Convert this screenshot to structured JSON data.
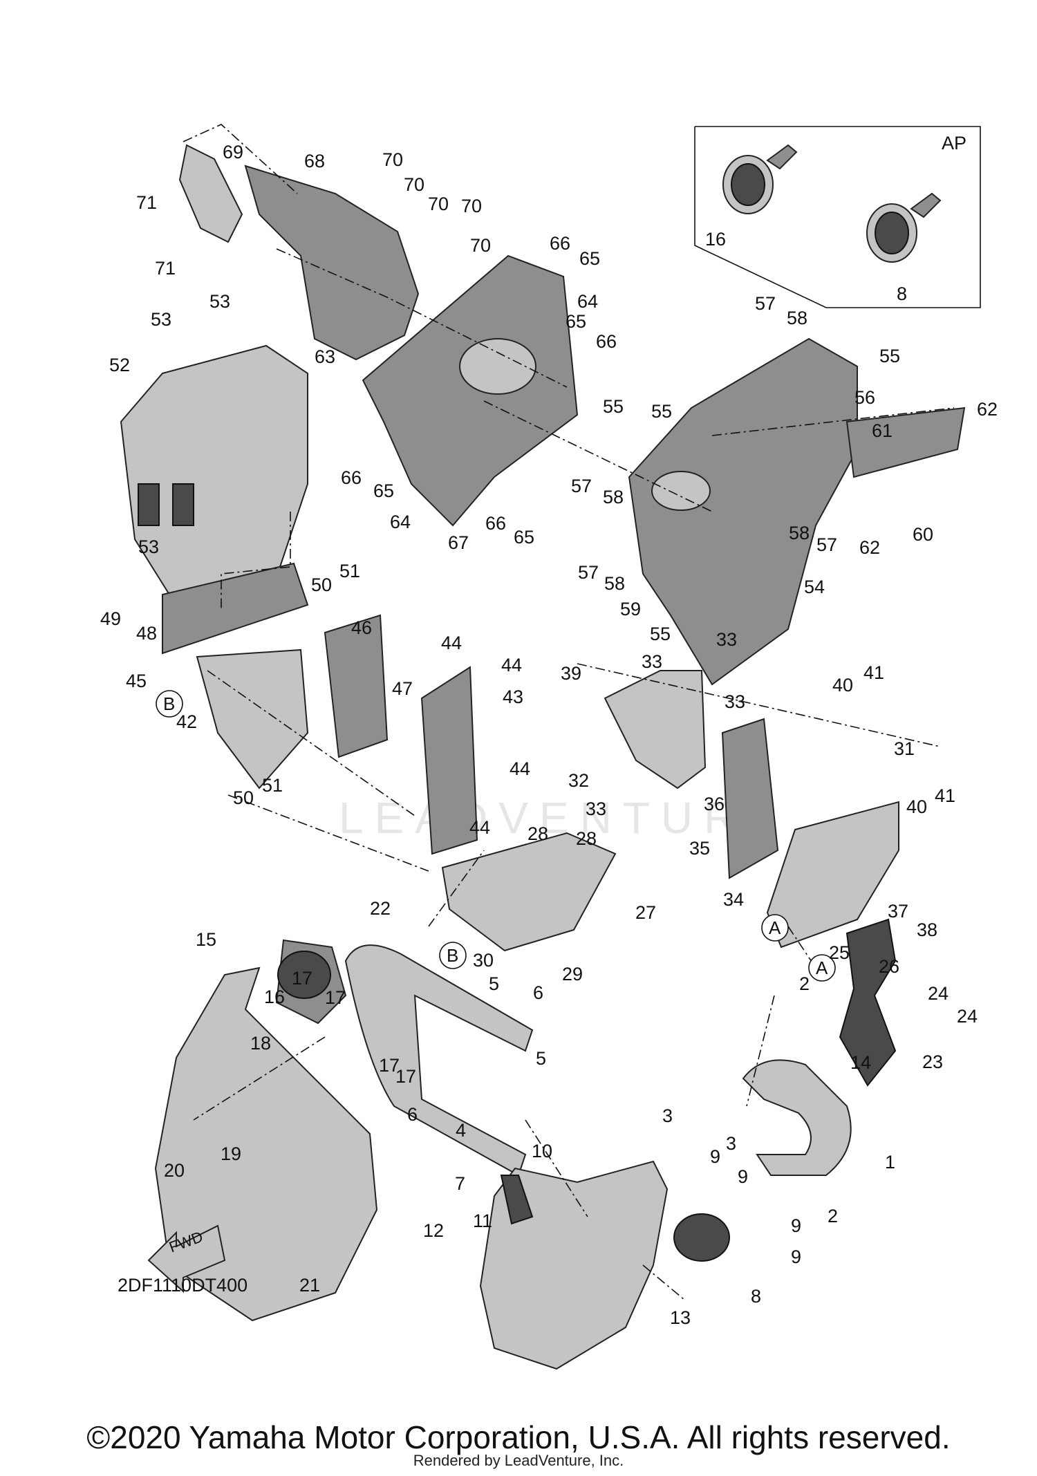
{
  "diagram": {
    "inset_label": "AP",
    "diagram_code": "2DF1110DT400",
    "fwd_label": "FWD",
    "watermark": "LEADVENTURE",
    "circled_markers": [
      "A",
      "B"
    ],
    "callout_numbers": [
      "1",
      "2",
      "3",
      "4",
      "5",
      "6",
      "7",
      "8",
      "9",
      "10",
      "11",
      "12",
      "13",
      "14",
      "15",
      "16",
      "17",
      "18",
      "19",
      "20",
      "21",
      "22",
      "23",
      "24",
      "25",
      "26",
      "27",
      "28",
      "29",
      "30",
      "31",
      "32",
      "33",
      "34",
      "35",
      "36",
      "37",
      "38",
      "39",
      "40",
      "41",
      "42",
      "43",
      "44",
      "45",
      "46",
      "47",
      "48",
      "49",
      "50",
      "51",
      "52",
      "53",
      "54",
      "55",
      "56",
      "57",
      "58",
      "59",
      "60",
      "61",
      "62",
      "63",
      "64",
      "65",
      "66",
      "67",
      "68",
      "69",
      "70",
      "71"
    ]
  },
  "footer": {
    "copyright": "©2020 Yamaha Motor Corporation, U.S.A. All rights reserved.",
    "rendered_by": "Rendered by LeadVenture, Inc."
  }
}
